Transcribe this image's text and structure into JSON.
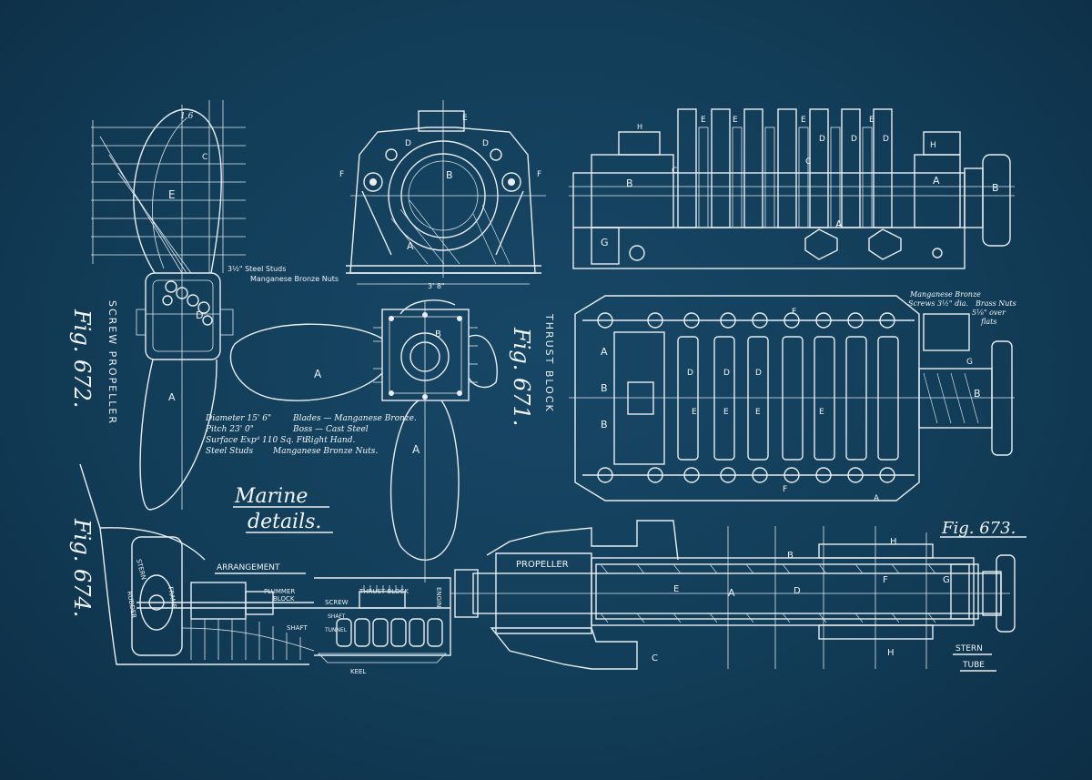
{
  "title": {
    "line1": "Marine",
    "line2": "details."
  },
  "figures": {
    "fig671": "Fig. 671.",
    "fig672": "Fig. 672.",
    "fig673": "Fig. 673.",
    "fig674": "Fig. 674."
  },
  "captions": {
    "screw_propeller": "SCREW PROPELLER",
    "thrust_block": "THRUST BLOCK",
    "arrangement": "ARRANGEMENT",
    "stern_tube_1": "STERN",
    "stern_tube_2": "TUBE",
    "propeller": "PROPELLER",
    "keel": "KEEL",
    "engine": "ENGIN",
    "screw": "SCREW",
    "shaft": "SHAFT",
    "tunnel": "TUNNEL",
    "thrust_block_small": "THRUST BLOCK",
    "plummer_block_1": "PLUMMER",
    "plummer_block_2": "BLOCK",
    "stern": "STERN",
    "rudder": "RUDDER",
    "frame": "FRAME"
  },
  "notes": {
    "steel_studs": "3½\" Steel Studs",
    "manganese_nuts": "Manganese Bronze Nuts",
    "manganese_screws_1": "Manganese Bronze",
    "manganese_screws_2": "Screws 3½\" dia.",
    "brass_nuts_1": "Brass Nuts",
    "brass_nuts_2": "5⅛\" over",
    "brass_nuts_3": "flats",
    "dimension_width": "3' 8\""
  },
  "specs": {
    "left": [
      "Diameter 15' 6\"",
      "Pitch   23' 0\"",
      "Surface Expᵈ 110 Sq. Ft.",
      "Steel Studs"
    ],
    "right": [
      "Blades — Manganese Bronze.",
      "Boss — Cast Steel",
      "Right Hand.",
      "Manganese Bronze Nuts."
    ]
  },
  "letters": {
    "a": "A",
    "b": "B",
    "c": "C",
    "d": "D",
    "e": "E",
    "f": "F",
    "g": "G",
    "h": "H"
  },
  "colors": {
    "paper": "#123d58",
    "ink": "#e8eef2"
  }
}
